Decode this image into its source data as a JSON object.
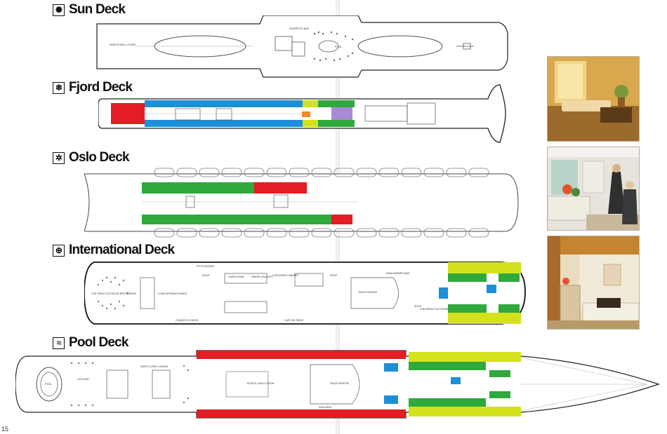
{
  "page_number": "15",
  "colors": {
    "red_cabins": "#e31d24",
    "blue_cabins": "#1c8fd9",
    "green_cabins": "#2fa83c",
    "yellow_cabins": "#d4e21d",
    "purple_cabins": "#a88ad6",
    "orange_cabins": "#ef8a1e",
    "outline": "#222222"
  },
  "decks": [
    {
      "name": "Sun Deck",
      "icon": "sun-icon",
      "labels": {
        "paddle": "PADDLE BALL COURT",
        "sunspot": "SUNSPOTS BAR",
        "pool": "POOL"
      }
    },
    {
      "name": "Fjord Deck",
      "icon": "snowflake-icon",
      "labels": {}
    },
    {
      "name": "Oslo Deck",
      "icon": "gear-icon",
      "labels": {}
    },
    {
      "name": "International Deck",
      "icon": "globe-icon",
      "labels": {
        "fifth": "FIFTH AVENUE",
        "outdoor": "THE GREAT OUTDOOR RESTAURANT",
        "club": "CLUB INTERNATIONALE",
        "shop1": "SHOP",
        "card": "CARD ROOM",
        "gallery": "GREEN GALLERY",
        "checkers": "CHECKERS CABARET",
        "shop2": "SHOP",
        "theatre": "SAGA THEATRE",
        "windjammer": "WINDJAMMER BAR",
        "shop3": "SHOP",
        "children": "CHILDREN PLAY ROOM",
        "champs": "CHAMPS ELYSEES",
        "cafe": "CAFE DE PARIS"
      }
    },
    {
      "name": "Pool Deck",
      "icon": "pool-icon",
      "labels": {
        "pool": "POOL",
        "lido": "LIDO BAR",
        "north_cape": "NORTH CAPE LOUNGE",
        "monte": "MONTE CARLO ROOM",
        "theatre": "SAGA THEATRE",
        "saga_bar": "SAGA BAR"
      }
    }
  ]
}
